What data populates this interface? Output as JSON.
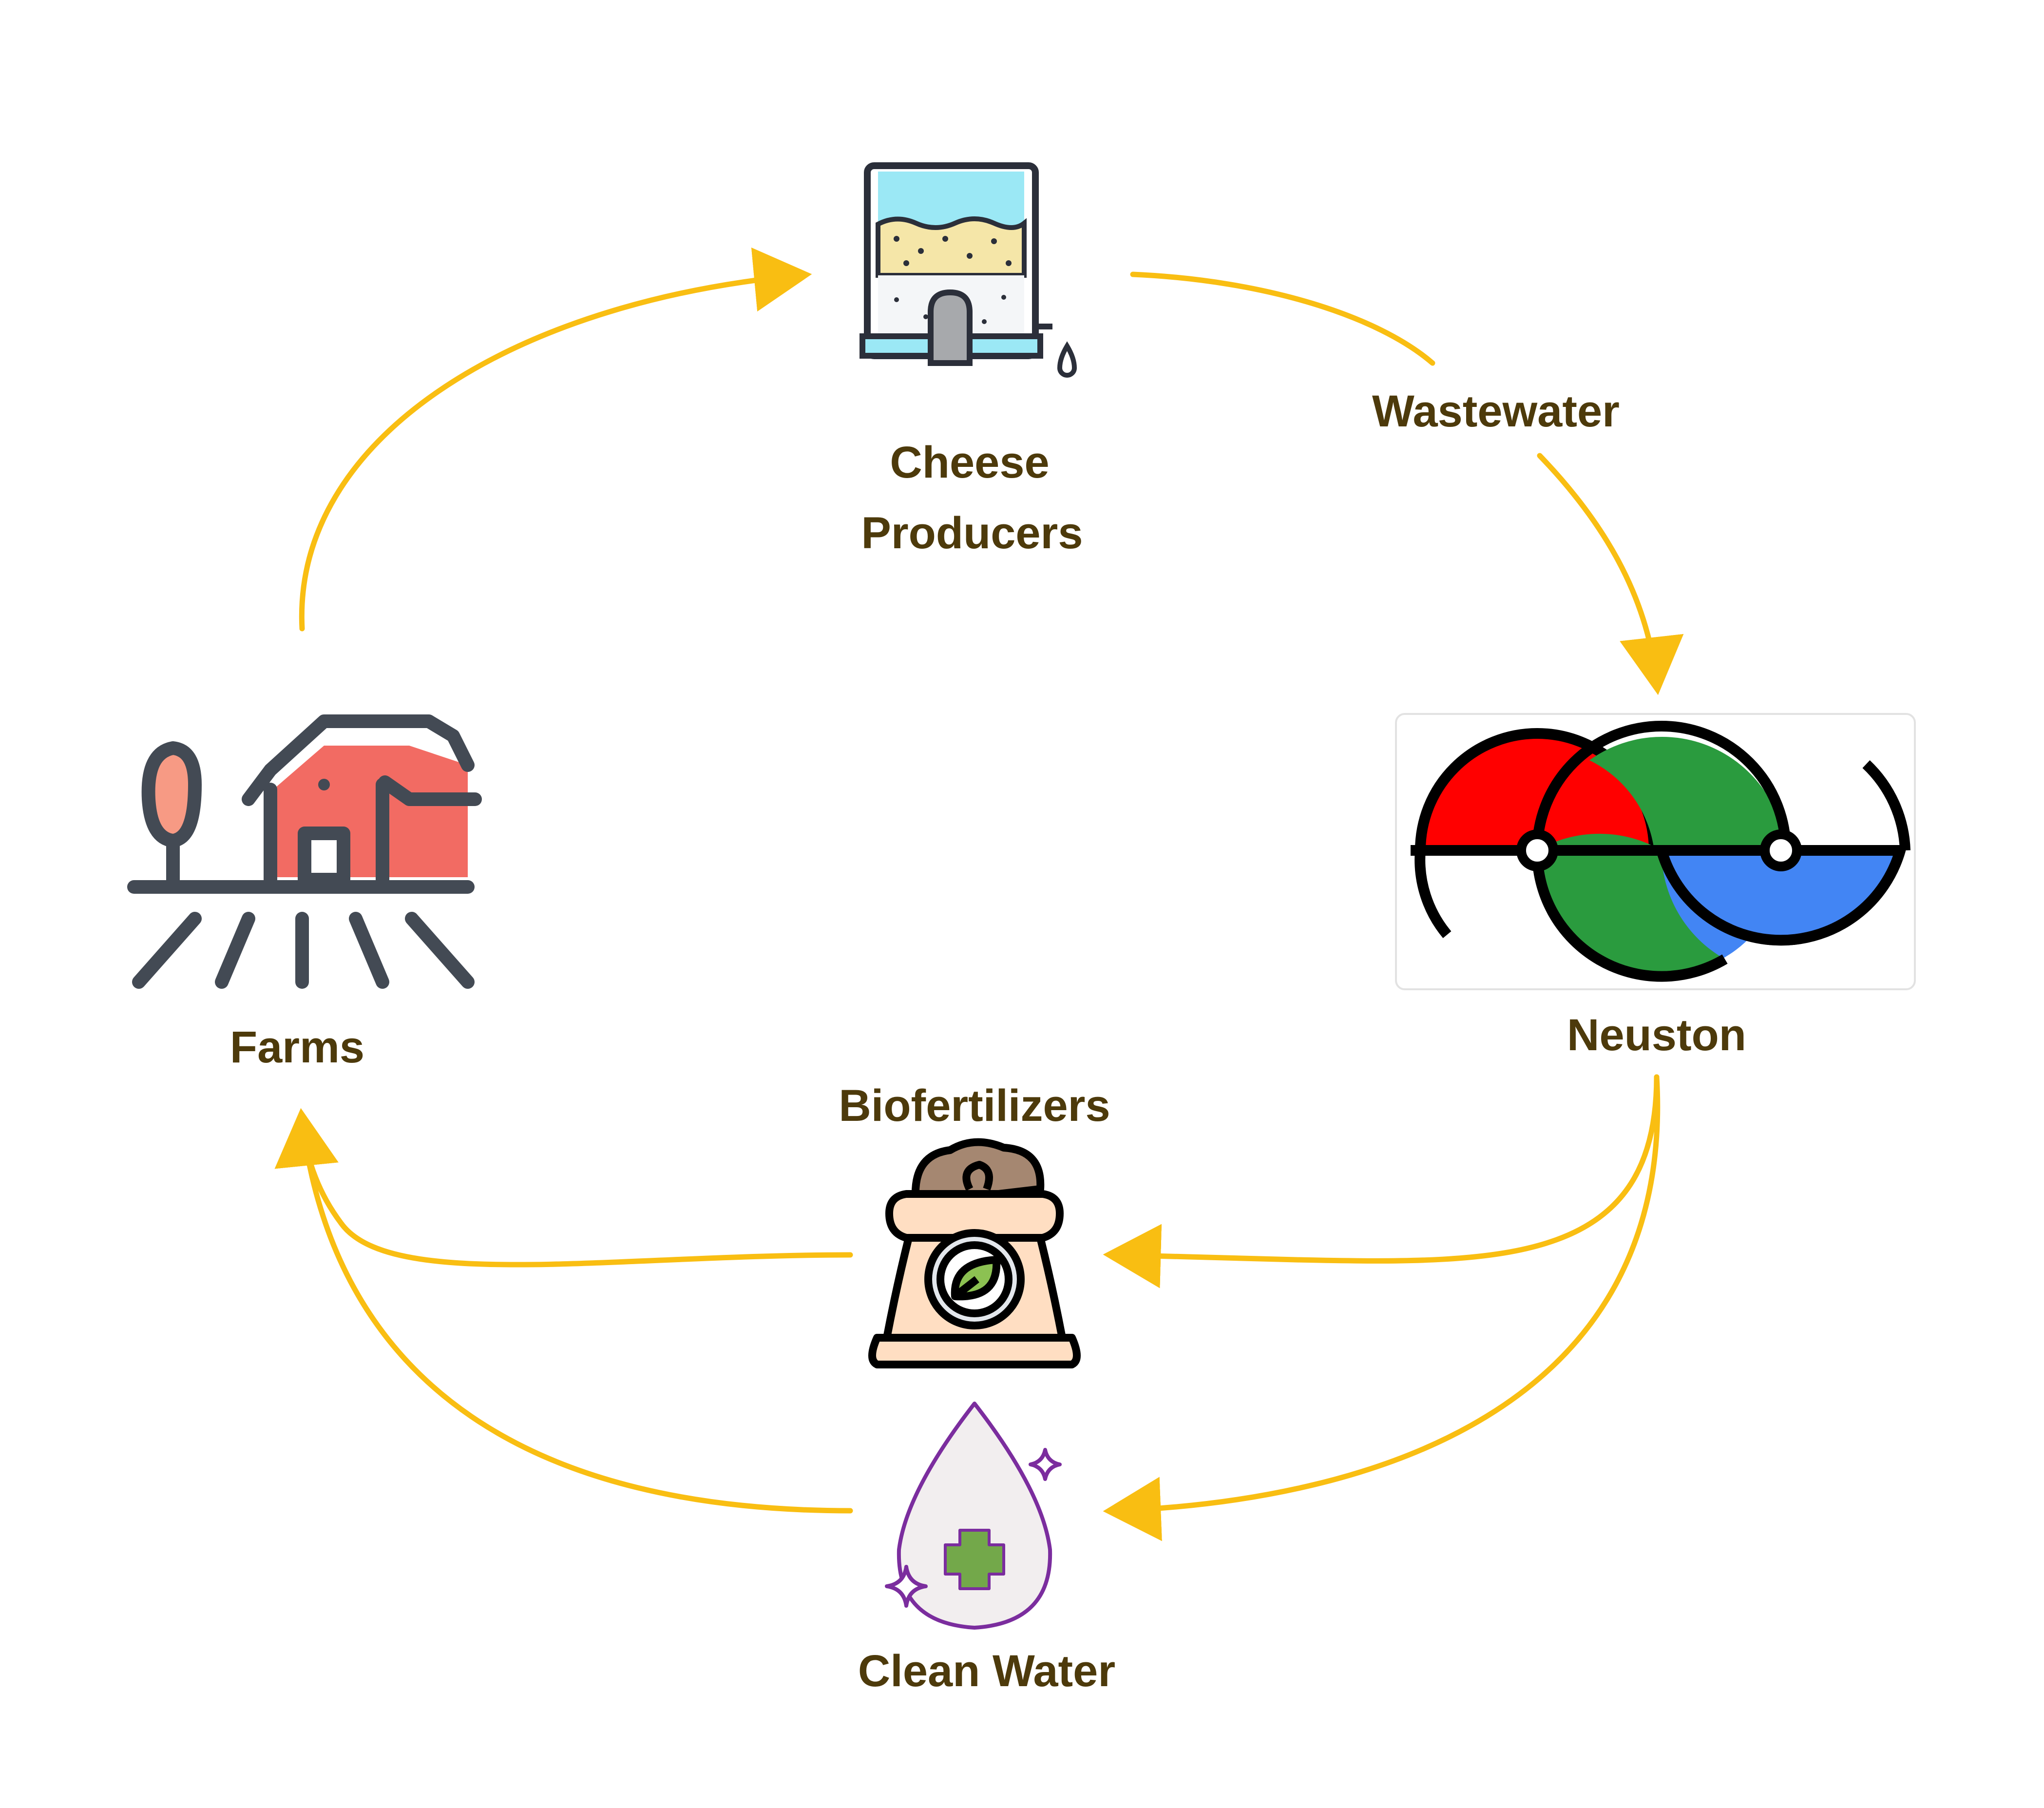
{
  "nodes": {
    "cheese": {
      "label_line1": "Cheese",
      "label_line2": "Producers",
      "icon": "cheese-vat-icon"
    },
    "neuston": {
      "label": "Neuston",
      "icon": "neuston-logo-icon"
    },
    "farms": {
      "label": "Farms",
      "icon": "farm-barn-icon"
    },
    "biofertilizers": {
      "label": "Biofertilizers",
      "icon": "fertilizer-bag-icon"
    },
    "clean_water": {
      "label": "Clean Water",
      "icon": "clean-water-drop-icon"
    }
  },
  "edges": {
    "wastewater": {
      "label": "Wastewater"
    }
  },
  "colors": {
    "arrow": "#F9BE12",
    "label_text": "#4D3A0B",
    "neuston_red": "#FF0000",
    "neuston_green": "#2A9B3E",
    "neuston_blue": "#4285F4"
  }
}
